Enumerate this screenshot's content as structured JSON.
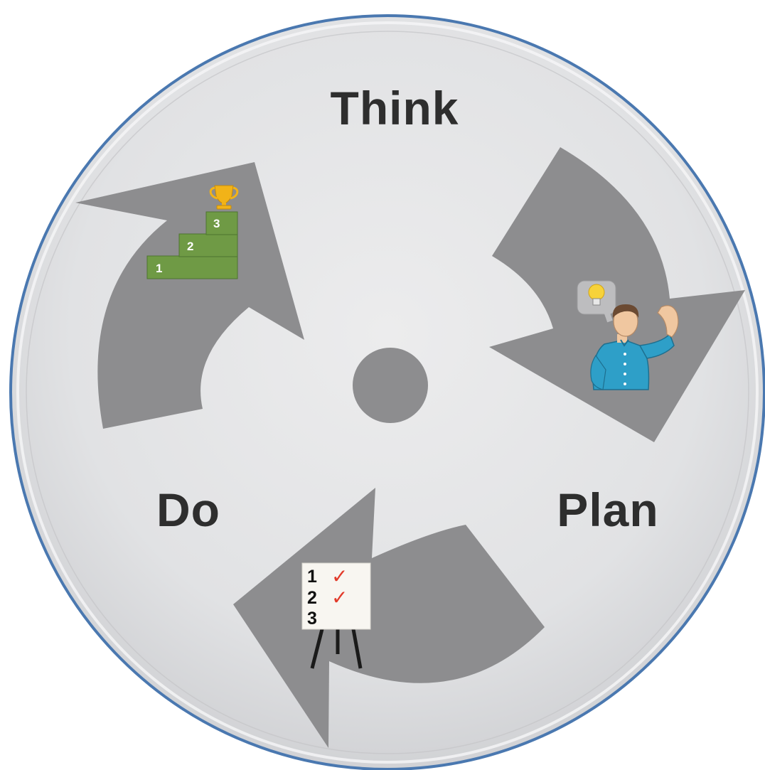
{
  "diagram": {
    "labels": {
      "think": "Think",
      "plan": "Plan",
      "do": "Do"
    },
    "steps_icon": {
      "steps": [
        "1",
        "2",
        "3"
      ],
      "trophy": "trophy-icon"
    },
    "thinker_icon": {
      "bubble": "lightbulb-icon",
      "person": "thinking-person-icon"
    },
    "checklist_icon": {
      "items": [
        "1",
        "2",
        "3"
      ],
      "checks": [
        "✓",
        "✓"
      ]
    },
    "colors": {
      "disc": "#e4e5e7",
      "rim": "#4a78b0",
      "arrow": "#8d8d8f",
      "hub": "#8d8d8f",
      "steps": "#6f9a45",
      "shirt": "#2e9fc8",
      "check": "#e23a2a"
    }
  }
}
